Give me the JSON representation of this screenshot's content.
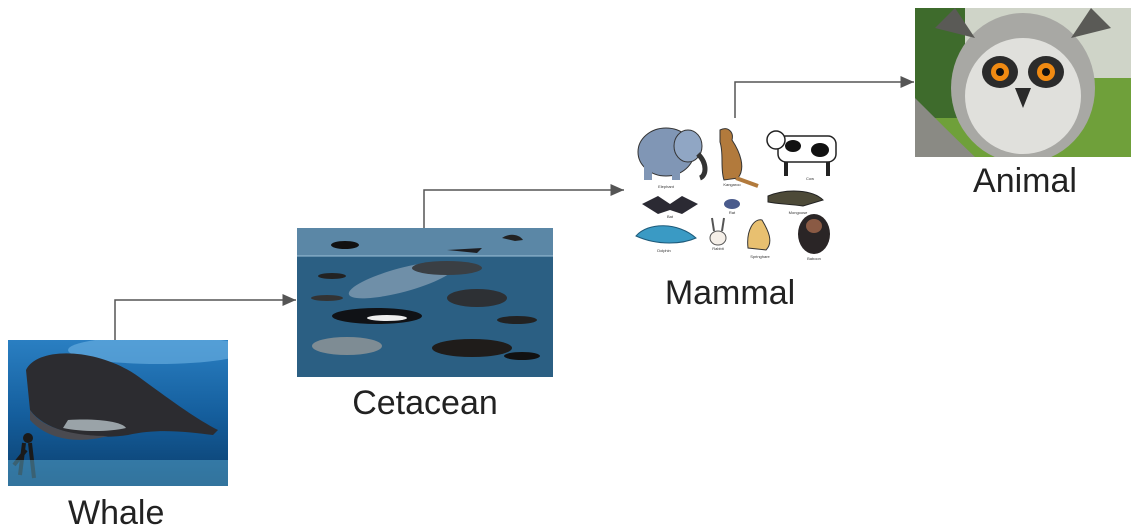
{
  "diagram": {
    "nodes": [
      {
        "id": "whale",
        "label": "Whale"
      },
      {
        "id": "cetacean",
        "label": "Cetacean"
      },
      {
        "id": "mammal",
        "label": "Mammal"
      },
      {
        "id": "animal",
        "label": "Animal"
      }
    ],
    "edges": [
      {
        "from": "whale",
        "to": "cetacean"
      },
      {
        "from": "cetacean",
        "to": "mammal"
      },
      {
        "from": "mammal",
        "to": "animal"
      }
    ],
    "mammal_captions": [
      "Elephant",
      "Kangaroo",
      "Cow",
      "Bat",
      "Rat",
      "Mongoose",
      "Dolphin",
      "Rabbit",
      "Springhare",
      "Baboon"
    ]
  },
  "colors": {
    "arrow": "#555555",
    "label": "#222222"
  }
}
